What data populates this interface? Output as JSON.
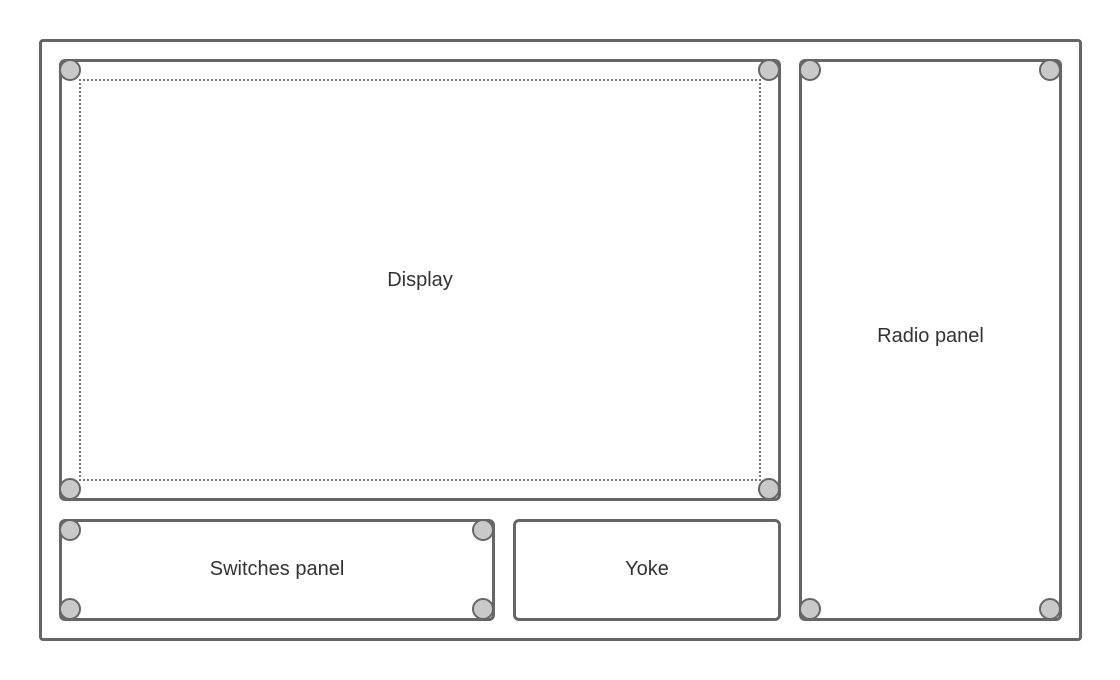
{
  "diagram": {
    "panels": {
      "display": {
        "label": "Display"
      },
      "radio": {
        "label": "Radio panel"
      },
      "switches": {
        "label": "Switches panel"
      },
      "yoke": {
        "label": "Yoke"
      }
    },
    "colors": {
      "stroke": "#666666",
      "screw_fill": "#c9c9c9",
      "text": "#333333",
      "background": "#ffffff"
    }
  }
}
